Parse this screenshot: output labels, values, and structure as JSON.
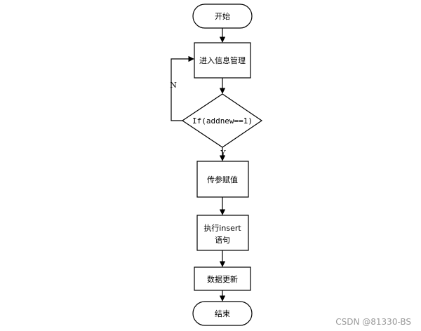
{
  "nodes": {
    "start": "开始",
    "enter_info": "进入信息管理",
    "condition": "If(addnew==1)",
    "pass_params": "传参赋值",
    "insert_line1": "执行insert",
    "insert_line2": "语句",
    "update_data": "数据更新",
    "end": "结束"
  },
  "edges": {
    "no_label": "N",
    "yes_label": "Y"
  },
  "watermark": "CSDN @81330-BS"
}
